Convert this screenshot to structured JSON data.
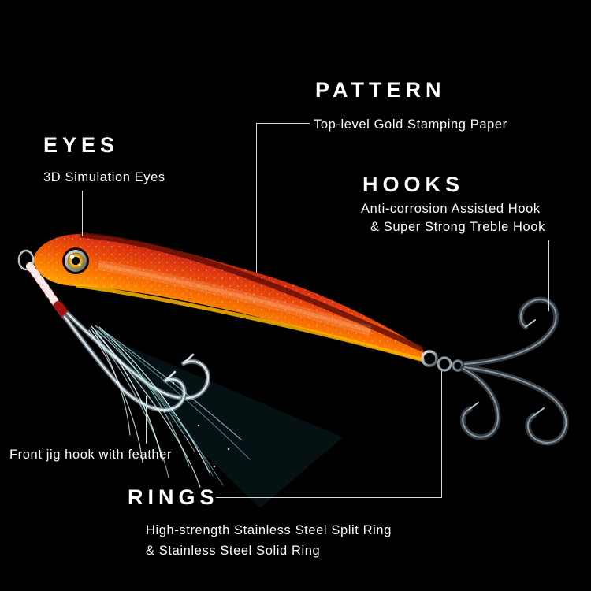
{
  "page": {
    "background": "#000000",
    "text_color": "#ffffff",
    "callout_line_color": "#d9d9d9"
  },
  "annotations": {
    "pattern": {
      "title": "PATTERN",
      "desc": "Top-level Gold Stamping Paper"
    },
    "eyes": {
      "title": "EYES",
      "desc": "3D Simulation Eyes"
    },
    "hooks": {
      "title": "HOOKS",
      "desc_line1": "Anti-corrosion Assisted Hook",
      "desc_line2": "& Super Strong Treble Hook"
    },
    "front_hook": {
      "desc": "Front jig hook with feather"
    },
    "rings": {
      "title": "RINGS",
      "desc_line1": "High-strength Stainless Steel Split Ring",
      "desc_line2": "& Stainless Steel Solid Ring"
    }
  },
  "product": {
    "subject": "metal-jig-fishing-lure",
    "colors": {
      "body_dark_red": "#5a0c03",
      "body_red": "#d93212",
      "body_orange": "#fb7d00",
      "belly_gold": "#ffb200",
      "eye_gold": "#ffd34e",
      "feather_teal": "#b9e9ee",
      "hook_metal_dark": "#333c43",
      "hook_metal_light": "#97a7b1",
      "assist_cord_red": "#c81f1d"
    }
  }
}
